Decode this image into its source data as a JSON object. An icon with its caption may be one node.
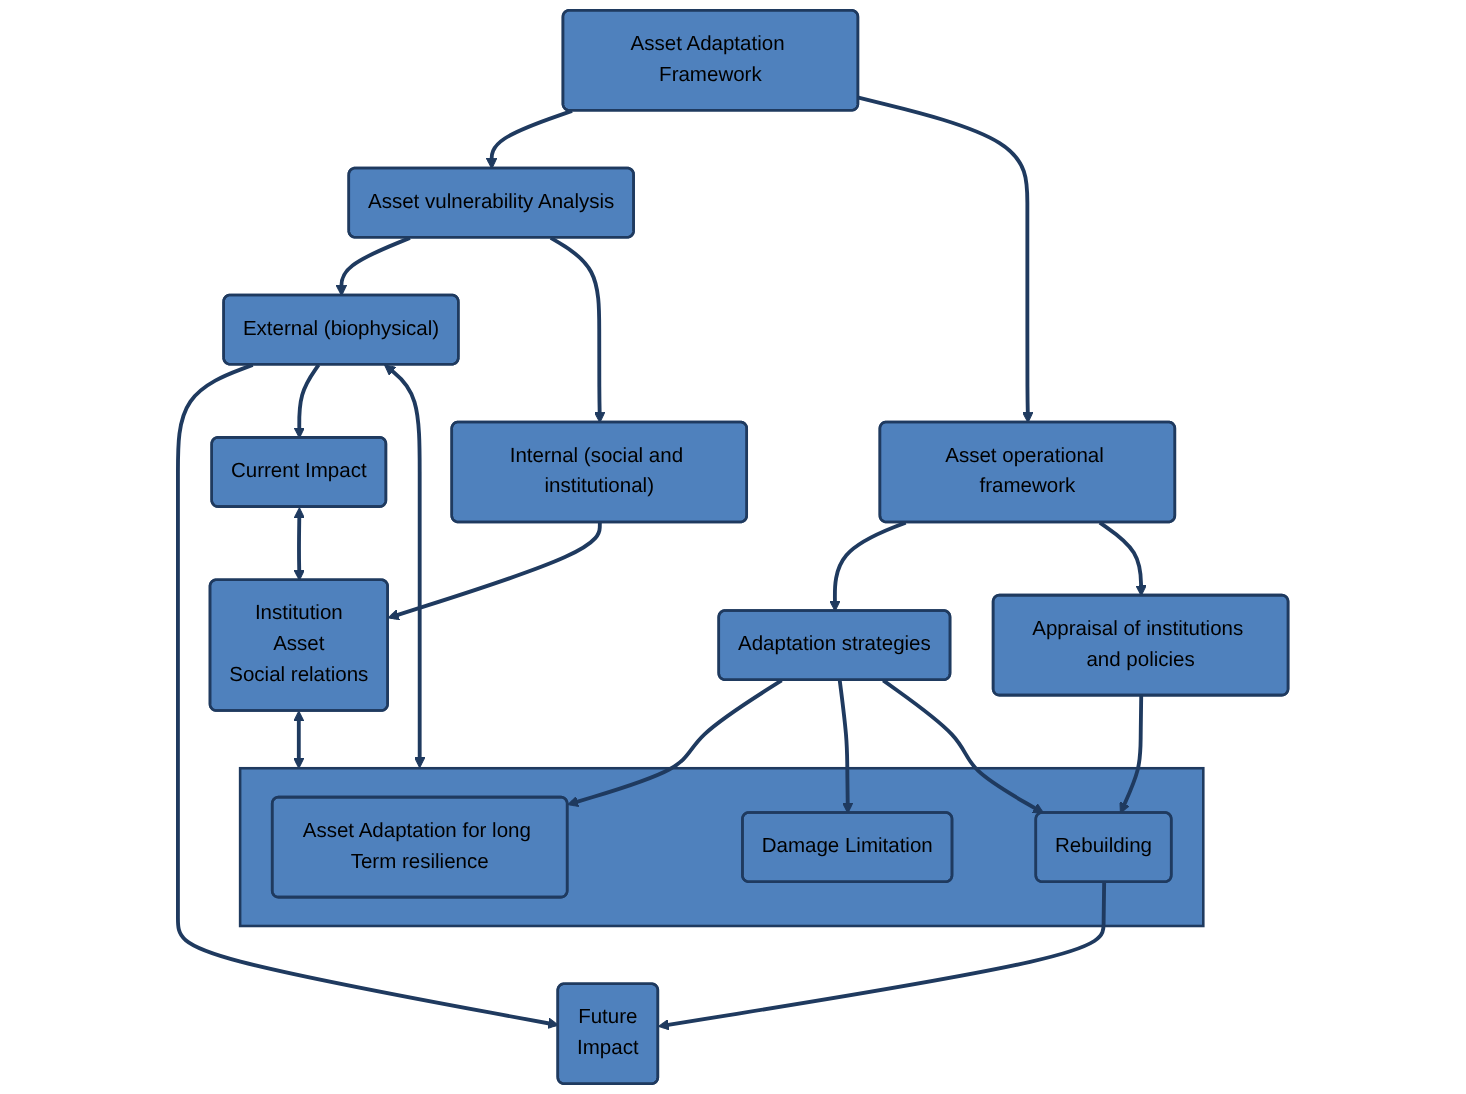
{
  "diagram": {
    "nodes": [
      {
        "text": [
          "Asset Adaptation Framework"
        ]
      },
      {
        "text": [
          "Asset vulnerability Analysis"
        ]
      },
      {
        "text": [
          "Asset operational framework"
        ]
      },
      {
        "text": [
          "External (biophysical)"
        ]
      },
      {
        "text": [
          "Internal (social and institutional)"
        ]
      },
      {
        "text": [
          "Adaptation strategies"
        ]
      },
      {
        "text": [
          "Appraisal of institutions and policies"
        ]
      },
      {
        "text": [
          "Current Impact"
        ]
      },
      {
        "text": [
          "Institution",
          "Asset",
          "Social relations"
        ]
      },
      {
        "text": [],
        "shape": "box"
      },
      {
        "text": [
          "Asset Adaptation for long Term resilience"
        ],
        "in": 9
      },
      {
        "text": [
          "Damage Limitation"
        ],
        "in": 9
      },
      {
        "text": [
          "Rebuilding"
        ],
        "in": 9
      },
      {
        "text": [
          "Future",
          "Impact"
        ]
      }
    ],
    "edges": [
      {
        "from": 0,
        "to": 1,
        "arrow": "to"
      },
      {
        "from": 0,
        "to": 2,
        "arrow": "to"
      },
      {
        "from": 1,
        "to": 3,
        "arrow": "to"
      },
      {
        "from": 1,
        "to": 4,
        "arrow": "to"
      },
      {
        "from": 2,
        "to": 5,
        "arrow": "to"
      },
      {
        "from": 2,
        "to": 6,
        "arrow": "to"
      },
      {
        "from": 3,
        "to": 13,
        "arrow": "to"
      },
      {
        "from": 3,
        "to": 7,
        "arrow": "to"
      },
      {
        "from": 4,
        "to": 8,
        "arrow": "to"
      },
      {
        "from": 7,
        "to": 8,
        "arrow": "both"
      },
      {
        "from": 8,
        "to": 9,
        "arrow": "both"
      },
      {
        "from": 5,
        "to": 10,
        "arrow": "to"
      },
      {
        "from": 5,
        "to": 11,
        "arrow": "to"
      },
      {
        "from": 5,
        "to": 12,
        "arrow": "to"
      },
      {
        "from": 6,
        "to": 12,
        "arrow": "to"
      },
      {
        "from": 12,
        "to": 13,
        "arrow": "to"
      },
      {
        "from": 9,
        "to": 3,
        "arrow": "both"
      }
    ]
  }
}
